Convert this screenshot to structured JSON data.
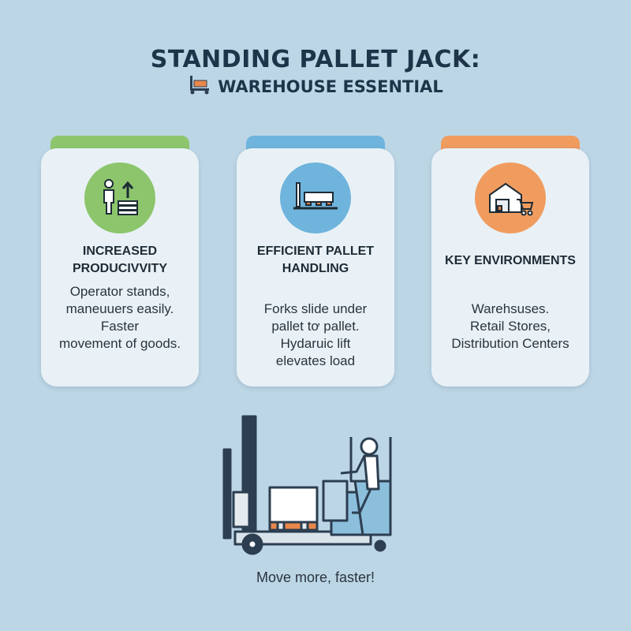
{
  "header": {
    "title": "STANDING PALLET JACK:",
    "subtitle": "WAREHOUSE ESSENTIAL",
    "icon": "pallet-jack-icon"
  },
  "cards": [
    {
      "heading_line1": "INCREASED",
      "heading_line2": "PRODUCIVVITY",
      "body_line1": "Operator stands,",
      "body_line2": "maneuuers easily.",
      "body_line3": "Faster",
      "body_line4": "movement of goods.",
      "icon": "operator-lifting-icon",
      "accent": "#8cc56c"
    },
    {
      "heading_line1": "EFFICIENT PALLET",
      "heading_line2": "HANDLING",
      "body_line1": "Forks slide under",
      "body_line2": "pallet tơ pallet.",
      "body_line3": "Hydaruic lift",
      "body_line4": "elevates load",
      "icon": "pallet-forks-icon",
      "accent": "#6fb4dc"
    },
    {
      "heading_line1": "KEY ENVIRONMENTS",
      "body_line1": "Warehsuses.",
      "body_line2": "Retail Stores,",
      "body_line3": "Distribution Centers",
      "icon": "warehouse-cart-icon",
      "accent": "#f09c5f"
    }
  ],
  "footer": {
    "tagline": "Move more, faster!"
  },
  "illustration": {
    "icon": "standing-pallet-jack-illustration"
  }
}
